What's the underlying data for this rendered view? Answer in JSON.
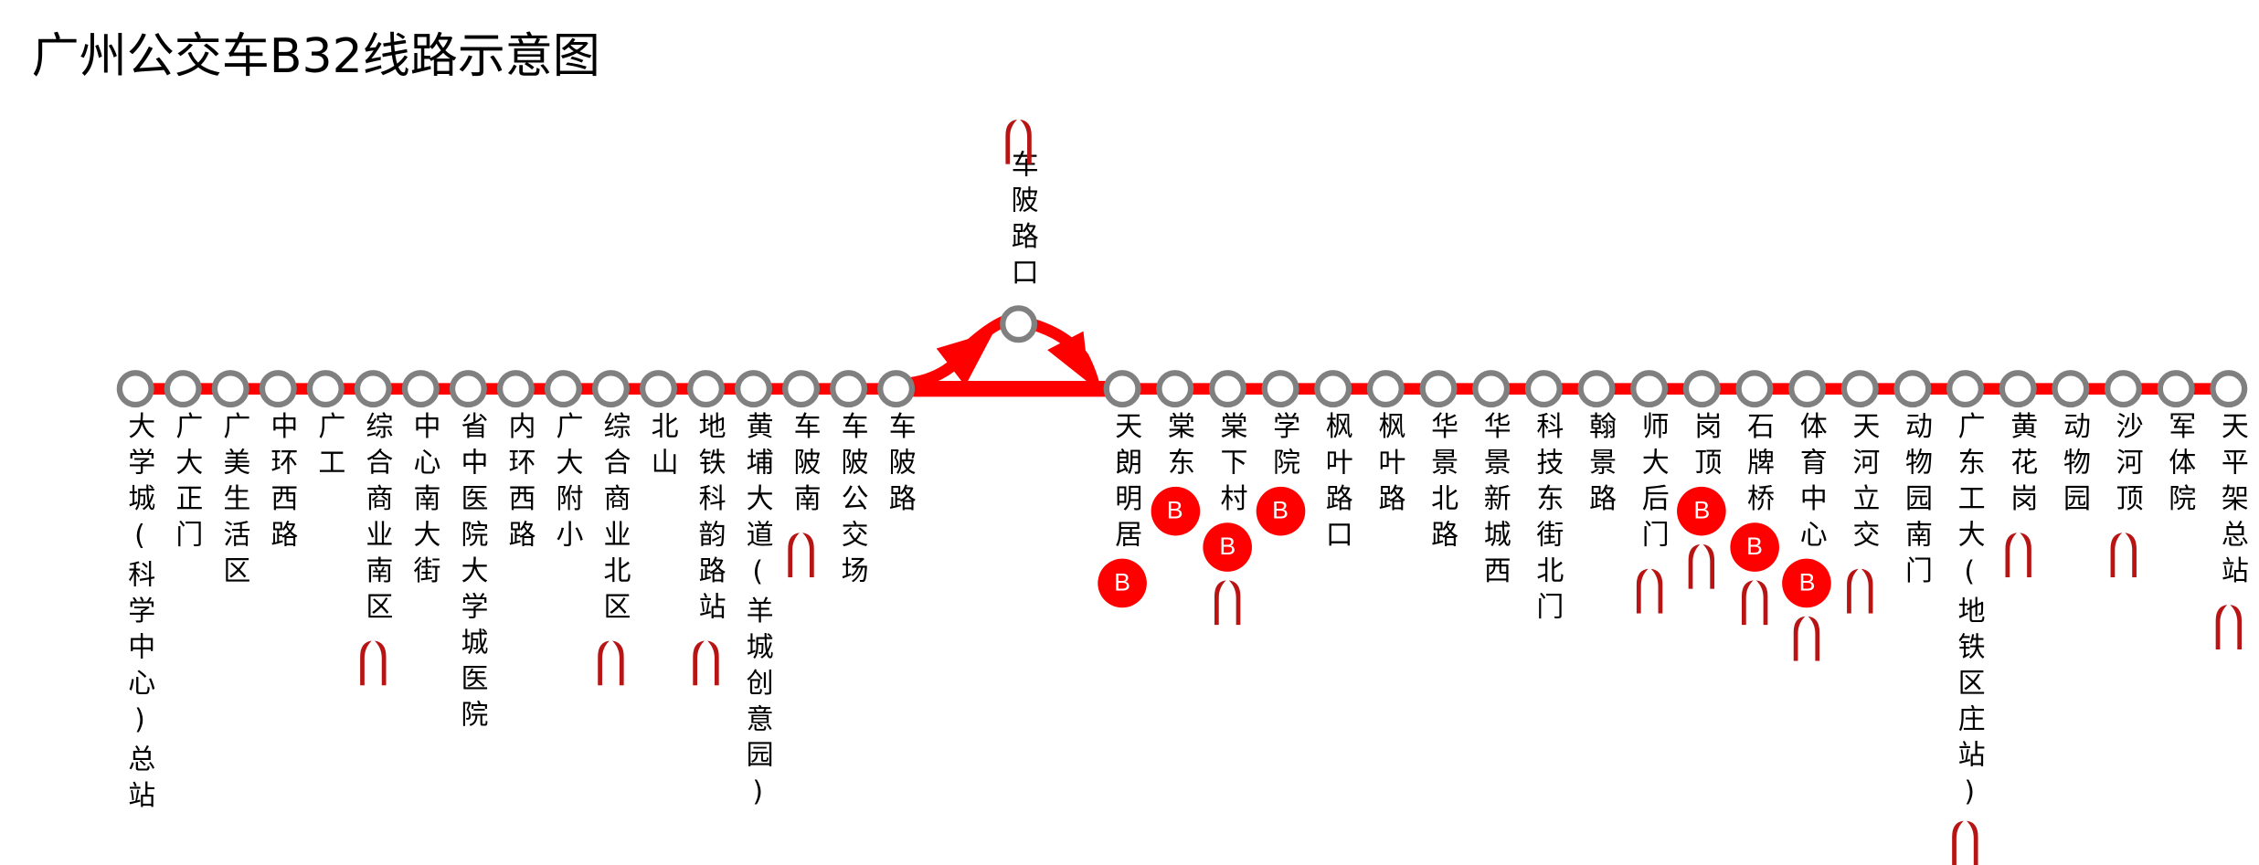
{
  "title": "广州公交车B32线路示意图",
  "colors": {
    "line": "#ff0000",
    "station_ring": "#808080",
    "brt_badge": "#ff0000",
    "metro_icon": "#b81414"
  },
  "brt_badge_label": "B",
  "left_stations": [
    {
      "name": "大学城(科学中心)总站",
      "badges": []
    },
    {
      "name": "广大正门",
      "badges": []
    },
    {
      "name": "广美生活区",
      "badges": []
    },
    {
      "name": "中环西路",
      "badges": []
    },
    {
      "name": "广工",
      "badges": []
    },
    {
      "name": "综合商业南区",
      "badges": [
        "metro"
      ]
    },
    {
      "name": "中心南大街",
      "badges": []
    },
    {
      "name": "省中医院大学城医院",
      "badges": []
    },
    {
      "name": "内环西路",
      "badges": []
    },
    {
      "name": "广大附小",
      "badges": []
    },
    {
      "name": "综合商业北区",
      "badges": [
        "metro"
      ]
    },
    {
      "name": "北山",
      "badges": []
    },
    {
      "name": "地铁科韵路站",
      "badges": [
        "metro"
      ]
    },
    {
      "name": "黄埔大道(羊城创意园)",
      "badges": []
    },
    {
      "name": "车陂南",
      "badges": [
        "metro"
      ]
    },
    {
      "name": "车陂公交场",
      "badges": []
    },
    {
      "name": "车陂路",
      "badges": []
    }
  ],
  "loop_station": {
    "name": "车陂路口",
    "badges": [
      "metro"
    ]
  },
  "right_stations": [
    {
      "name": "天朗明居",
      "badges": [
        "brt"
      ]
    },
    {
      "name": "棠东",
      "badges": [
        "brt"
      ]
    },
    {
      "name": "棠下村",
      "badges": [
        "brt",
        "metro"
      ]
    },
    {
      "name": "学院",
      "badges": [
        "brt"
      ]
    },
    {
      "name": "枫叶路口",
      "badges": []
    },
    {
      "name": "枫叶路",
      "badges": []
    },
    {
      "name": "华景北路",
      "badges": []
    },
    {
      "name": "华景新城西",
      "badges": []
    },
    {
      "name": "科技东街北门",
      "badges": []
    },
    {
      "name": "翰景路",
      "badges": []
    },
    {
      "name": "师大后门",
      "badges": [
        "metro"
      ]
    },
    {
      "name": "岗顶",
      "badges": [
        "brt",
        "metro"
      ]
    },
    {
      "name": "石牌桥",
      "badges": [
        "brt",
        "metro"
      ]
    },
    {
      "name": "体育中心",
      "badges": [
        "brt",
        "metro"
      ]
    },
    {
      "name": "天河立交",
      "badges": [
        "metro"
      ]
    },
    {
      "name": "动物园南门",
      "badges": []
    },
    {
      "name": "广东工大(地铁区庄站)",
      "badges": [
        "metro"
      ]
    },
    {
      "name": "黄花岗",
      "badges": [
        "metro"
      ]
    },
    {
      "name": "动物园",
      "badges": []
    },
    {
      "name": "沙河顶",
      "badges": [
        "metro"
      ]
    },
    {
      "name": "军体院",
      "badges": []
    },
    {
      "name": "天平架总站",
      "badges": [
        "metro"
      ]
    }
  ]
}
